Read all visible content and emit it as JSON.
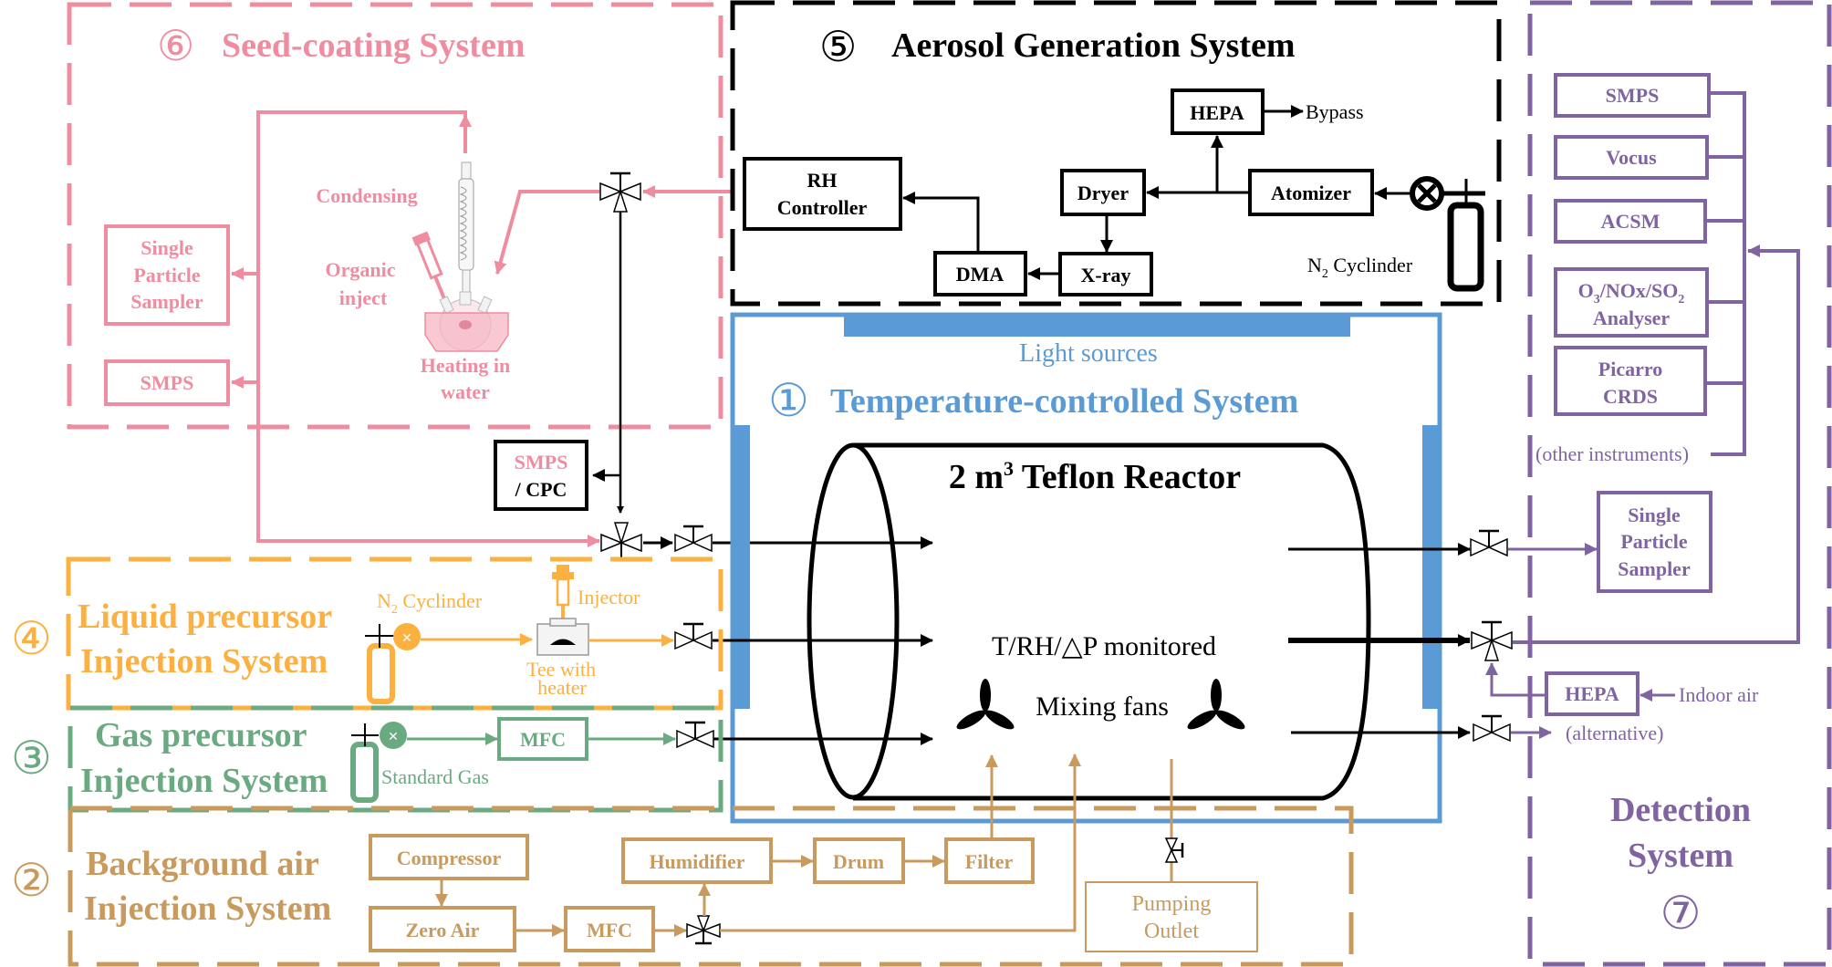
{
  "colors": {
    "seed": "#f08ca0",
    "aerosol": "#000000",
    "temperature": "#5b9bd5",
    "detection": "#8064a2",
    "liquid": "#fbb040",
    "gas": "#6aaa80",
    "background": "#c89a5e"
  },
  "seed_coating": {
    "number": "⑥",
    "title": "Seed-coating System",
    "condensing": "Condensing",
    "organic_inject": [
      "Organic",
      "inject"
    ],
    "heating": [
      "Heating in",
      "water"
    ],
    "single_particle_sampler": [
      "Single",
      "Particle",
      "Sampler"
    ],
    "smps": "SMPS"
  },
  "aerosol_generation": {
    "number": "⑤",
    "title": "Aerosol Generation System",
    "hepa": "HEPA",
    "bypass": "Bypass",
    "rh_controller": [
      "RH",
      "Controller"
    ],
    "dryer": "Dryer",
    "atomizer": "Atomizer",
    "dma": "DMA",
    "xray": "X-ray",
    "n2_cylinder_prefix": "N",
    "n2_cylinder_sub": "2",
    "n2_cylinder_suffix": " Cyclinder"
  },
  "smps_cpc": {
    "line1": "SMPS",
    "line2": "/ CPC"
  },
  "temperature_controlled": {
    "number": "①",
    "title": "Temperature-controlled System",
    "light_sources": "Light sources",
    "reactor_prefix": "2 m",
    "reactor_sup": "3",
    "reactor_suffix": " Teflon Reactor",
    "monitored": "T/RH/△P monitored",
    "mixing_fans": "Mixing fans"
  },
  "liquid_precursor": {
    "number": "④",
    "title": [
      "Liquid precursor",
      "Injection System"
    ],
    "n2_prefix": "N",
    "n2_sub": "2",
    "n2_suffix": " Cyclinder",
    "injector": "Injector",
    "tee": [
      "Tee with",
      "heater"
    ]
  },
  "gas_precursor": {
    "number": "③",
    "title": [
      "Gas precursor",
      "Injection System"
    ],
    "mfc": "MFC",
    "standard_gas": "Standard Gas"
  },
  "background_air": {
    "number": "②",
    "title": [
      "Background air",
      "Injection System"
    ],
    "compressor": "Compressor",
    "zero_air": "Zero Air",
    "mfc": "MFC",
    "humidifier": "Humidifier",
    "drum": "Drum",
    "filter": "Filter",
    "pumping_outlet": [
      "Pumping",
      "Outlet"
    ]
  },
  "detection": {
    "number": "⑦",
    "title": [
      "Detection",
      "System"
    ],
    "instruments": [
      "SMPS",
      "Vocus",
      "ACSM"
    ],
    "analyser_line1_parts": [
      "O",
      "3",
      "/NOx/SO",
      "2"
    ],
    "analyser_line2": "Analyser",
    "picarro": [
      "Picarro",
      "CRDS"
    ],
    "other_instruments": "(other instruments)",
    "single_particle_sampler": [
      "Single",
      "Particle",
      "Sampler"
    ],
    "hepa": "HEPA",
    "indoor_air": "Indoor air",
    "alternative": "(alternative)"
  }
}
